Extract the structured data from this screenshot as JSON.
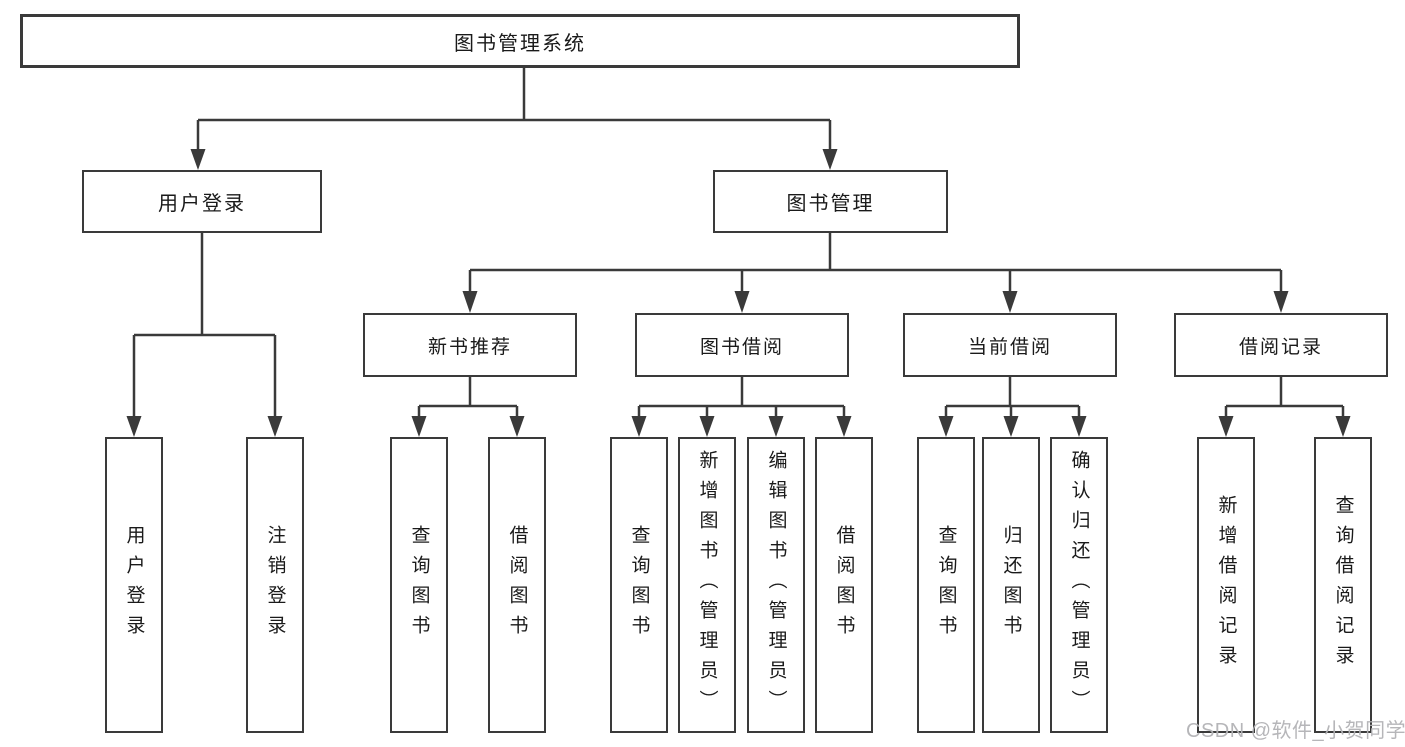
{
  "tree": {
    "label": "图书管理系统",
    "children": [
      {
        "label": "用户登录",
        "children": [
          {
            "label": "用户登录"
          },
          {
            "label": "注销登录"
          }
        ]
      },
      {
        "label": "图书管理",
        "children": [
          {
            "label": "新书推荐",
            "children": [
              {
                "label": "查询图书"
              },
              {
                "label": "借阅图书"
              }
            ]
          },
          {
            "label": "图书借阅",
            "children": [
              {
                "label": "查询图书"
              },
              {
                "label": "新增图书（管理员）"
              },
              {
                "label": "编辑图书（管理员）"
              },
              {
                "label": "借阅图书"
              }
            ]
          },
          {
            "label": "当前借阅",
            "children": [
              {
                "label": "查询图书"
              },
              {
                "label": "归还图书"
              },
              {
                "label": "确认归还（管理员）"
              }
            ]
          },
          {
            "label": "借阅记录",
            "children": [
              {
                "label": "新增借阅记录"
              },
              {
                "label": "查询借阅记录"
              }
            ]
          }
        ]
      }
    ]
  },
  "watermark": "CSDN @软件_小贺同学",
  "colors": {
    "line": "#3a3a3a",
    "box_border": "#3a3a3a",
    "text": "#1a1a1a",
    "background": "#ffffff",
    "watermark": "#b3b3b6"
  }
}
